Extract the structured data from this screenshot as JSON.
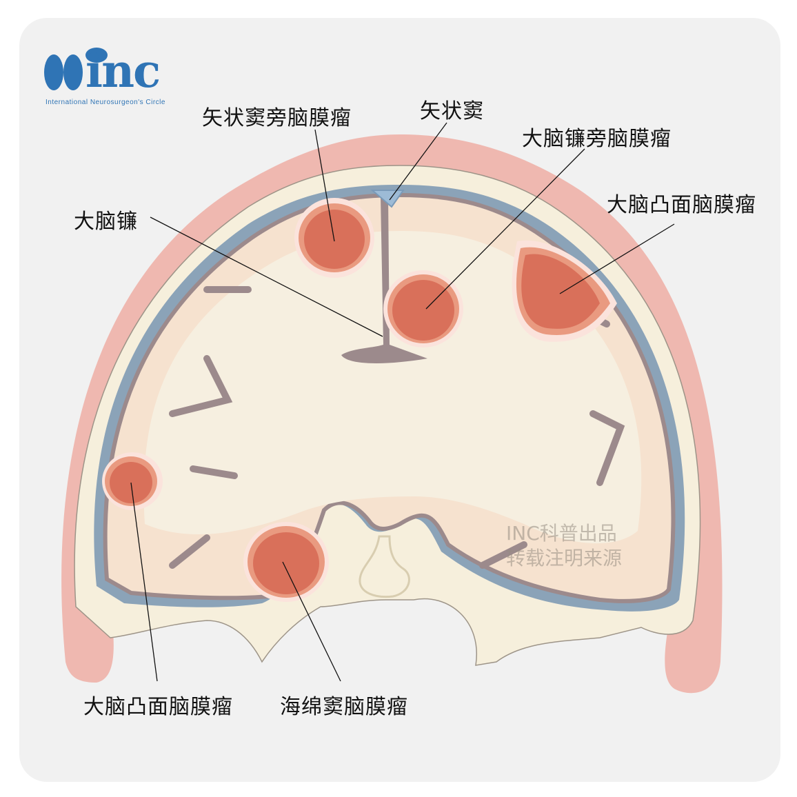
{
  "logo": {
    "brand": "inc",
    "tagline": "International  Neurosurgeon's  Circle",
    "color": "#2f74b5"
  },
  "labels": {
    "parasagittal_meningioma": "矢状窦旁脑膜瘤",
    "sagittal_sinus": "矢状窦",
    "falx_meningioma": "大脑镰旁脑膜瘤",
    "convexity_meningioma_right": "大脑凸面脑膜瘤",
    "falx_cerebri": "大脑镰",
    "convexity_meningioma_left": "大脑凸面脑膜瘤",
    "cavernous_sinus_meningioma": "海绵窦脑膜瘤"
  },
  "watermark": {
    "line1": "INC科普出品",
    "line2": "转载注明来源"
  },
  "colors": {
    "background": "#f1f1f1",
    "scalp": "#efb8b0",
    "skull": "#f6efdc",
    "dura": "#8ba3b8",
    "cortex": "#f6e2cf",
    "white_matter": "#f6efe0",
    "sulci": "#9c8a8c",
    "tumor": "#d9705a",
    "tumor_rim": "#e99a80",
    "sinus": "#9dbbd6"
  }
}
